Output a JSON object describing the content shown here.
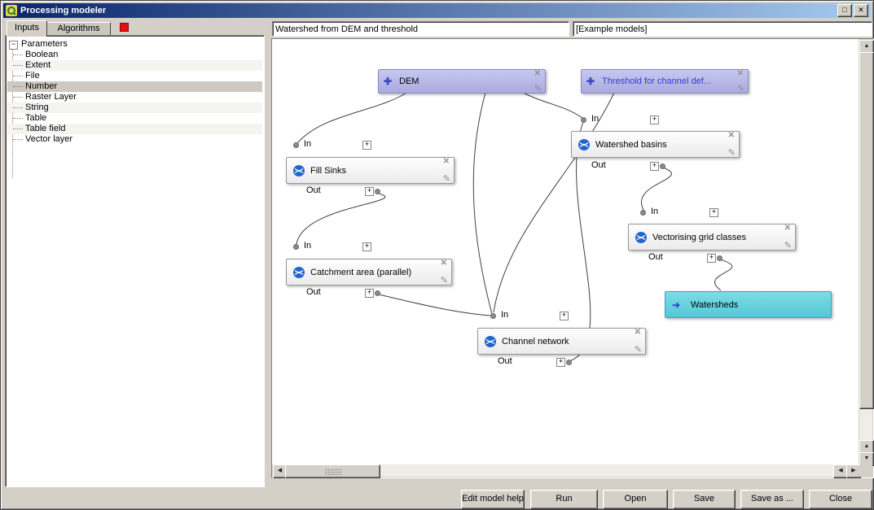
{
  "window": {
    "title": "Processing modeler"
  },
  "icons": {
    "maximize": "□",
    "close": "✕",
    "delete": "✕",
    "edit": "✎",
    "add": "✚",
    "output_arrow": "➜",
    "expand": "+",
    "collapse": "−",
    "up": "▲",
    "down": "▼",
    "left": "◀",
    "right": "▶"
  },
  "tabs": [
    {
      "label": "Inputs",
      "active": true
    },
    {
      "label": "Algorithms",
      "active": false
    }
  ],
  "tree": {
    "root": "Parameters",
    "selected": "Number",
    "items": [
      "Boolean",
      "Extent",
      "File",
      "Number",
      "Raster Layer",
      "String",
      "Table",
      "Table field",
      "Vector layer"
    ]
  },
  "fields": {
    "model_name": "Watershed from DEM and threshold",
    "group": "[Example models]"
  },
  "nodes": {
    "inputs": [
      {
        "label": "DEM"
      },
      {
        "label": "Threshold for channel def..."
      }
    ],
    "algorithms": [
      {
        "label": "Fill Sinks"
      },
      {
        "label": "Catchment area (parallel)"
      },
      {
        "label": "Channel network"
      },
      {
        "label": "Watershed basins"
      },
      {
        "label": "Vectorising grid classes"
      }
    ],
    "outputs": [
      {
        "label": "Watersheds"
      }
    ]
  },
  "connectors": {
    "in": "In",
    "out": "Out"
  },
  "buttons": [
    "Edit model help",
    "Run",
    "Open",
    "Save",
    "Save as ...",
    "Close"
  ],
  "colors": {
    "dialog": "#d4d0c8",
    "title_from": "#0a246a",
    "title_to": "#a6caf0",
    "input_node": "#b6b7e6",
    "output_node": "#63d2de",
    "selection": "#cdc9c0"
  }
}
